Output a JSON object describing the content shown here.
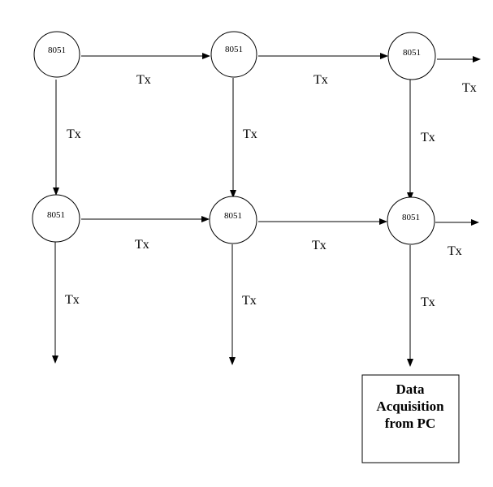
{
  "nodes": [
    {
      "id": "n11",
      "label": "8051"
    },
    {
      "id": "n12",
      "label": "8051"
    },
    {
      "id": "n13",
      "label": "8051"
    },
    {
      "id": "n21",
      "label": "8051"
    },
    {
      "id": "n22",
      "label": "8051"
    },
    {
      "id": "n23",
      "label": "8051"
    }
  ],
  "edges": [
    {
      "id": "e-n11-n12",
      "from": "n11",
      "to": "n12",
      "label": "Tx"
    },
    {
      "id": "e-n12-n13",
      "from": "n12",
      "to": "n13",
      "label": "Tx"
    },
    {
      "id": "e-n13-out",
      "from": "n13",
      "to": null,
      "label": "Tx"
    },
    {
      "id": "e-n11-n21",
      "from": "n11",
      "to": "n21",
      "label": "Tx"
    },
    {
      "id": "e-n12-n22",
      "from": "n12",
      "to": "n22",
      "label": "Tx"
    },
    {
      "id": "e-n13-n23",
      "from": "n13",
      "to": "n23",
      "label": "Tx"
    },
    {
      "id": "e-n21-n22",
      "from": "n21",
      "to": "n22",
      "label": "Tx"
    },
    {
      "id": "e-n22-n23",
      "from": "n22",
      "to": "n23",
      "label": "Tx"
    },
    {
      "id": "e-n23-out",
      "from": "n23",
      "to": null,
      "label": "Tx"
    },
    {
      "id": "e-n21-down",
      "from": "n21",
      "to": null,
      "label": "Tx"
    },
    {
      "id": "e-n22-down",
      "from": "n22",
      "to": null,
      "label": "Tx"
    },
    {
      "id": "e-n23-box",
      "from": "n23",
      "to": "box",
      "label": "Tx"
    }
  ],
  "box": {
    "lines": [
      "Data",
      "Acquisition",
      "from PC"
    ]
  }
}
